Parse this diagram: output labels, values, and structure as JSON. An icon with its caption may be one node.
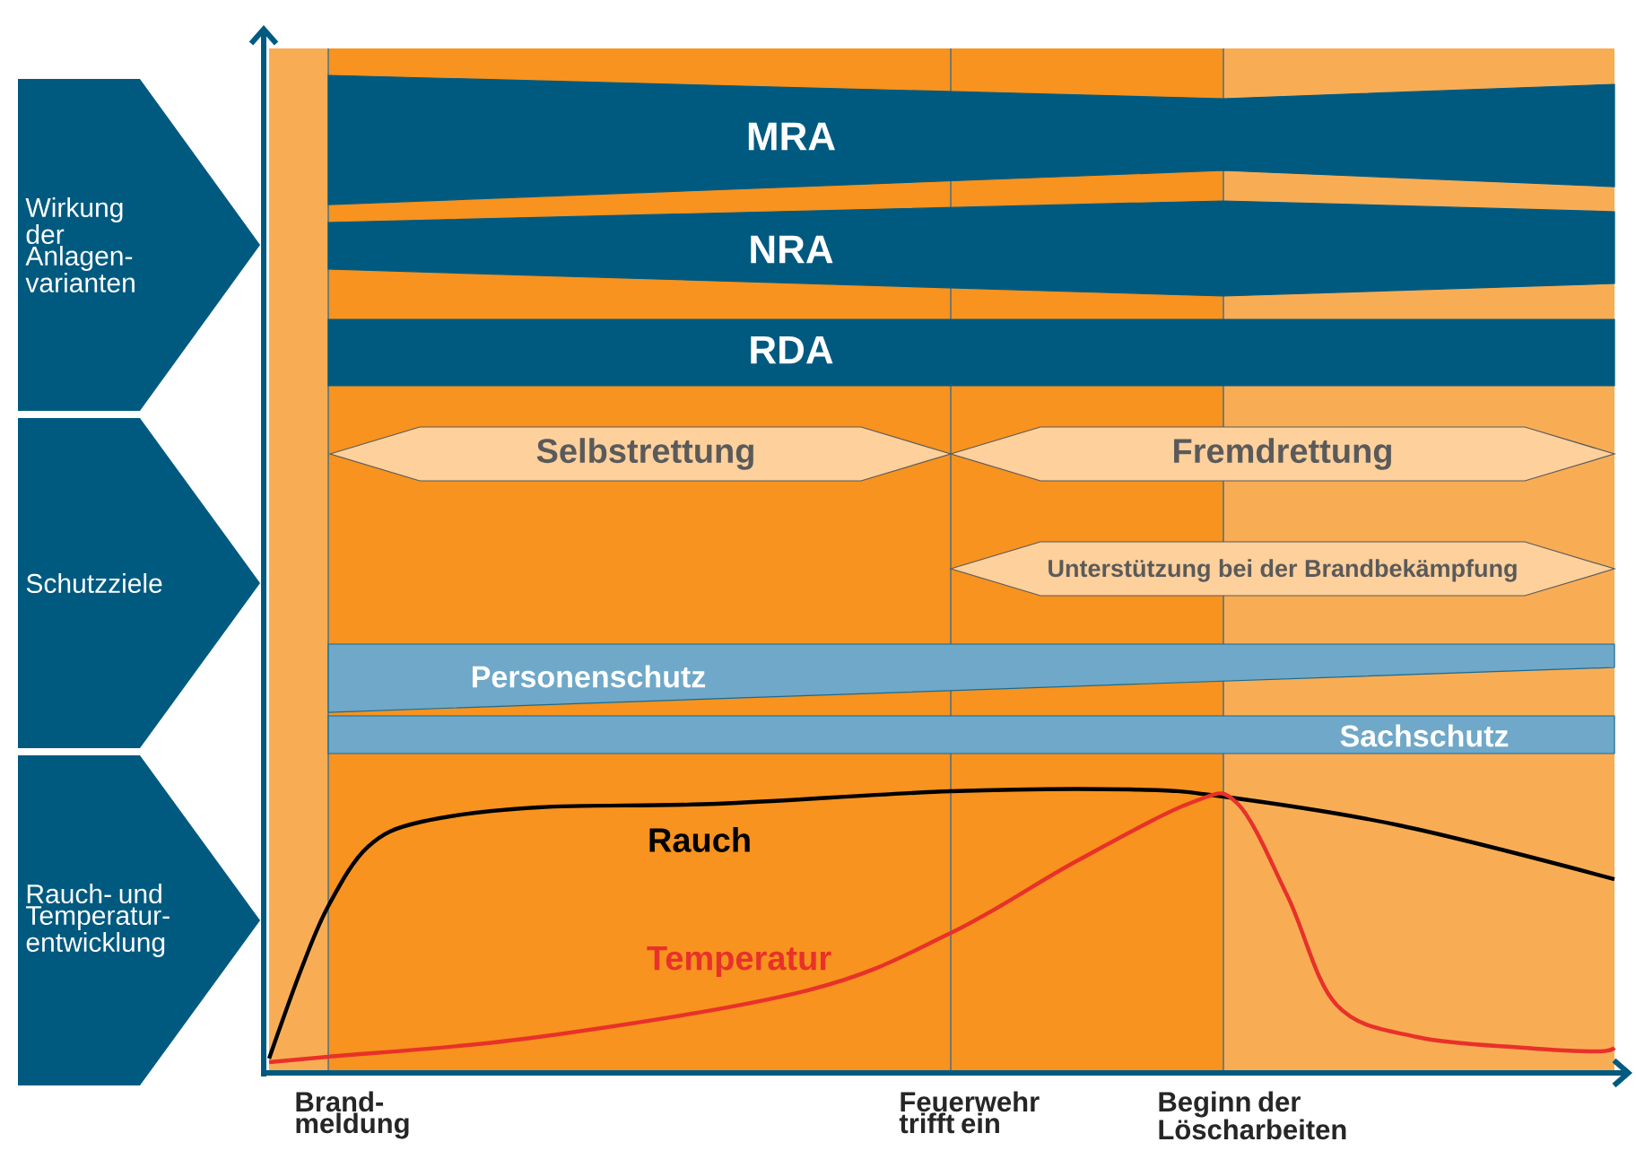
{
  "diagram": {
    "nodes": [
      {
        "text": [
          "Wirkung der Anlagen- varianten"
        ]
      },
      {
        "text": [
          "Schutzziele"
        ]
      },
      {
        "text": [
          "Rauch- und Temperatur- entwicklung"
        ]
      },
      {
        "text": [
          "MRA"
        ]
      },
      {
        "text": [
          "NRA"
        ]
      },
      {
        "text": [
          "RDA"
        ]
      },
      {
        "text": [
          "Selbstrettung"
        ]
      },
      {
        "text": [
          "Fremdrettung"
        ]
      },
      {
        "text": [
          "Unterstützung bei der Brandbekämpfung"
        ]
      },
      {
        "text": [
          "Personenschutz"
        ]
      },
      {
        "text": [
          "Sachschutz"
        ]
      }
    ],
    "labels": [
      "Rauch",
      "Temperatur",
      "Brand- meldung",
      "Feuerwehr trifft ein",
      "Beginn der Löscharbeiten"
    ]
  }
}
